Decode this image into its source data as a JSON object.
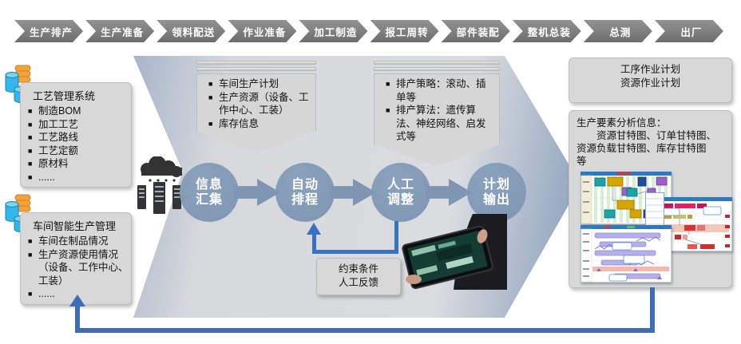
{
  "colors": {
    "chevron-gray": "#7a7a7a",
    "panel-gray": "#d8d8d8",
    "circle-blue": "#7e96b3",
    "feedback-blue": "#3a72c2",
    "loop-blue": "#3f6db5"
  },
  "process_bar": {
    "steps": [
      {
        "label": "生产排产"
      },
      {
        "label": "生产准备"
      },
      {
        "label": "领料配送"
      },
      {
        "label": "作业准备"
      },
      {
        "label": "加工制造"
      },
      {
        "label": "报工周转"
      },
      {
        "label": "部件装配"
      },
      {
        "label": "整机总装"
      },
      {
        "label": "总测"
      },
      {
        "label": "出厂"
      }
    ]
  },
  "left_panels": {
    "craft": {
      "title": "工艺管理系统",
      "items": [
        {
          "text": "制造BOM"
        },
        {
          "text": "加工工艺"
        },
        {
          "text": "工艺路线"
        },
        {
          "text": "工艺定额"
        },
        {
          "text": "原材料"
        },
        {
          "text": "......"
        }
      ]
    },
    "workshop": {
      "title": "车间智能生产管理",
      "items": [
        {
          "text": "车间在制品情况"
        },
        {
          "text": "生产资源使用情况（设备、工作中心、工装）"
        },
        {
          "text": "......"
        }
      ]
    }
  },
  "callouts": {
    "inputs": {
      "items": [
        {
          "text": "车间生产计划"
        },
        {
          "text": "生产资源（设备、工作中心、工装）"
        },
        {
          "text": "库存信息"
        }
      ]
    },
    "strategy": {
      "items": [
        {
          "text": "排产策略：滚动、插单等"
        },
        {
          "text": "排产算法：遗传算法、神经网络、启发式等"
        }
      ]
    }
  },
  "flow": {
    "steps": [
      {
        "label": "信息\n汇集"
      },
      {
        "label": "自动\n排程"
      },
      {
        "label": "人工\n调整"
      },
      {
        "label": "计划\n输出"
      }
    ]
  },
  "feedback_box": {
    "label": "约束条件\n人工反馈"
  },
  "right_panels": {
    "plans": {
      "text": "工序作业计划\n资源作业计划"
    },
    "analysis": {
      "text": "生产要素分析信息：\n　　资源甘特图、订单甘特图、\n资源负载甘特图、库存甘特图\n等"
    }
  }
}
